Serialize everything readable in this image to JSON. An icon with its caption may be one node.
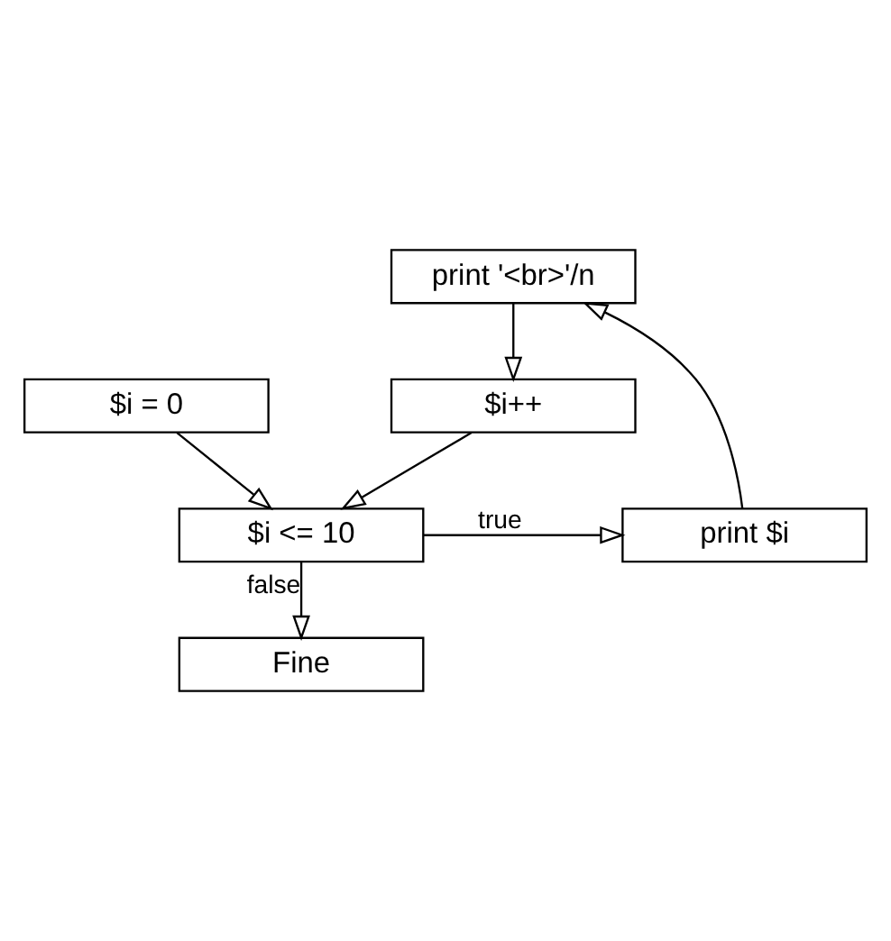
{
  "diagram": {
    "nodes": [
      {
        "text": [
          "$i = 0"
        ]
      },
      {
        "text": [
          "$i++"
        ]
      },
      {
        "text": [
          "print '<br>'/n"
        ]
      },
      {
        "text": [
          "$i <= 10"
        ]
      },
      {
        "text": [
          "print $i"
        ]
      },
      {
        "text": [
          "Fine"
        ]
      }
    ],
    "edges": [
      {
        "from": 0,
        "to": 3,
        "arrow": "to"
      },
      {
        "from": 1,
        "to": 3,
        "arrow": "to"
      },
      {
        "from": 3,
        "to": 4,
        "label": "true",
        "arrow": "to"
      },
      {
        "from": 4,
        "to": 2,
        "arrow": "to"
      },
      {
        "from": 2,
        "to": 1,
        "arrow": "to"
      },
      {
        "from": 3,
        "to": 5,
        "label": "false",
        "arrow": "to"
      }
    ]
  }
}
